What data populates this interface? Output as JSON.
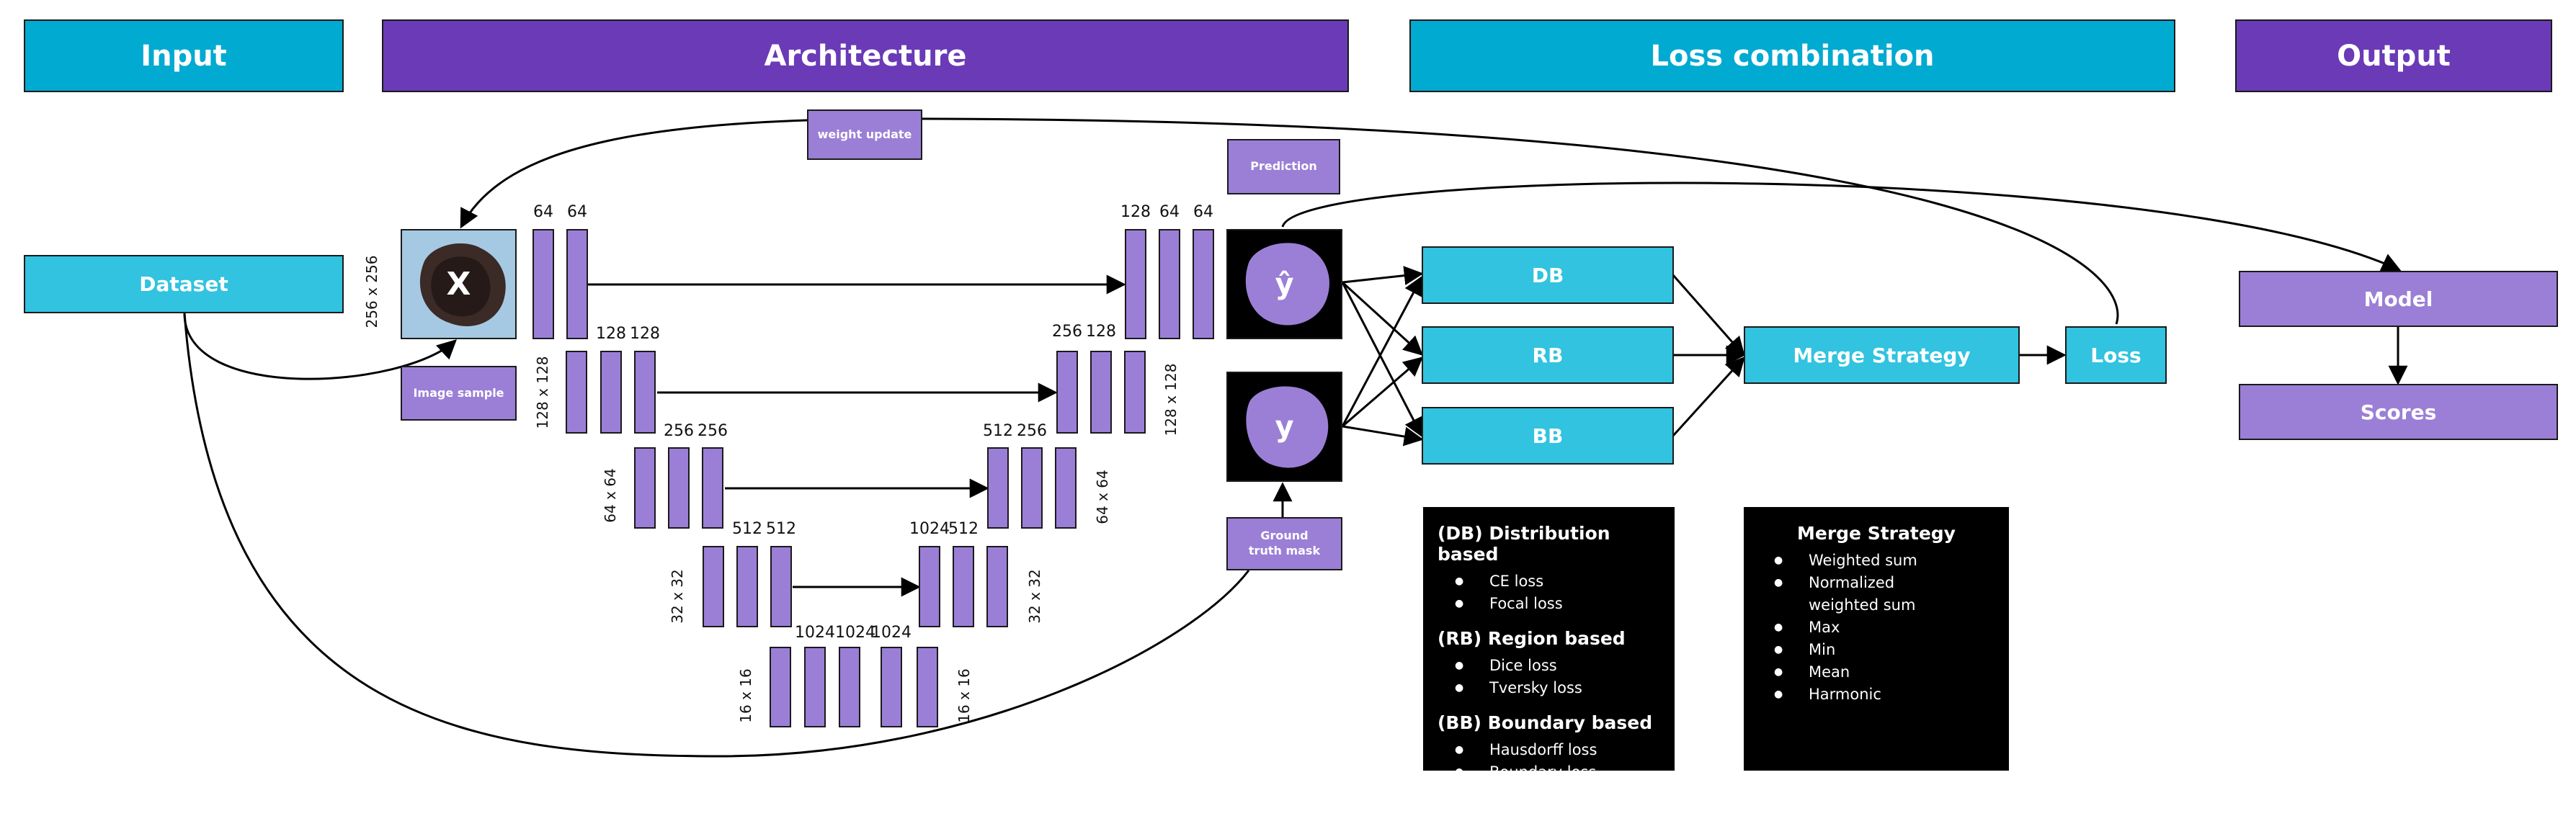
{
  "headers": {
    "input": "Input",
    "architecture": "Architecture",
    "loss_combination": "Loss combination",
    "output": "Output"
  },
  "input": {
    "dataset": "Dataset",
    "image_sample": "Image sample",
    "x_symbol": "X",
    "size_label": "256 x 256"
  },
  "architecture": {
    "weight_update": "weight update",
    "prediction": "Prediction",
    "ground_truth_mask": "Ground truth mask",
    "y_hat_symbol": "ŷ",
    "y_symbol": "y",
    "channels": {
      "enc1": [
        "64",
        "64"
      ],
      "enc2": [
        "128",
        "128"
      ],
      "enc3": [
        "256",
        "256"
      ],
      "enc4": [
        "512",
        "512"
      ],
      "bottleneck": [
        "1024",
        "1024",
        "1024"
      ],
      "dec4": [
        "1024",
        "512"
      ],
      "dec3": [
        "512",
        "256"
      ],
      "dec2": [
        "256",
        "128"
      ],
      "dec1": [
        "128",
        "64",
        "64"
      ]
    },
    "sizes": {
      "enc2": "128 x 128",
      "enc3": "64 x 64",
      "enc4": "32 x 32",
      "bottleneck_left": "16 x 16",
      "bottleneck_right": "16 x 16",
      "dec4": "32 x 32",
      "dec3": "64 x 64",
      "dec2": "128 x 128"
    }
  },
  "loss": {
    "db": "DB",
    "rb": "RB",
    "bb": "BB",
    "merge_strategy": "Merge Strategy",
    "loss": "Loss"
  },
  "output": {
    "model": "Model",
    "scores": "Scores"
  },
  "legend_losses": {
    "groups": [
      {
        "title": "(DB) Distribution based",
        "items": [
          "CE loss",
          "Focal loss"
        ]
      },
      {
        "title": "(RB) Region based",
        "items": [
          "Dice loss",
          "Tversky loss"
        ]
      },
      {
        "title": "(BB) Boundary based",
        "items": [
          "Hausdorff loss",
          "Boundary loss"
        ]
      }
    ]
  },
  "legend_merge": {
    "title": "Merge Strategy",
    "items": [
      "Weighted sum",
      "Normalized weighted sum",
      "Max",
      "Min",
      "Mean",
      "Harmonic"
    ]
  },
  "colors": {
    "teal_header": "#00aad0",
    "purple_header": "#6a3ab7",
    "cyan_box": "#31c3df",
    "lavender": "#9b7fd6"
  }
}
